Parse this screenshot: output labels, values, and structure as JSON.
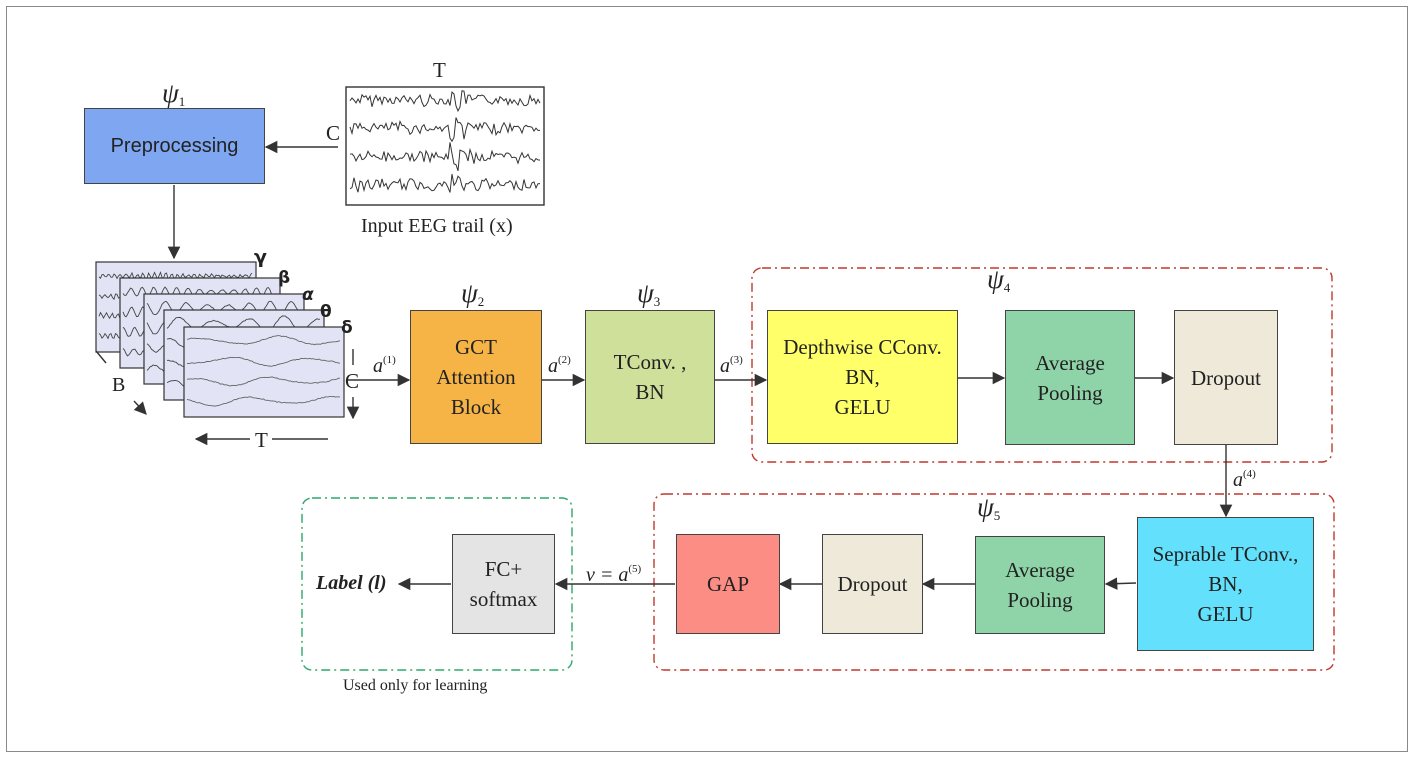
{
  "input": {
    "time_label": "T",
    "channel_label": "C",
    "caption": "Input EEG trail (x)"
  },
  "stages": {
    "psi1": {
      "symbol": "ψ",
      "index": "1"
    },
    "psi2": {
      "symbol": "ψ",
      "index": "2"
    },
    "psi3": {
      "symbol": "ψ",
      "index": "3"
    },
    "psi4": {
      "symbol": "ψ",
      "index": "4"
    },
    "psi5": {
      "symbol": "ψ",
      "index": "5"
    }
  },
  "blocks": {
    "preprocessing": "Preprocessing",
    "gct": [
      "GCT",
      "Attention",
      "Block"
    ],
    "tconv": [
      "TConv. ,",
      "BN"
    ],
    "depthwise": [
      "Depthwise CConv.",
      "BN,",
      "GELU"
    ],
    "avgpool1": [
      "Average",
      "Pooling"
    ],
    "dropout1": "Dropout",
    "separable": [
      "Seprable TConv.,",
      "BN,",
      "GELU"
    ],
    "avgpool2": [
      "Average",
      "Pooling"
    ],
    "dropout2": "Dropout",
    "gap": "GAP",
    "fc": [
      "FC+",
      "softmax"
    ]
  },
  "bands": {
    "labels": [
      "γ",
      "β",
      "α",
      "θ",
      "δ"
    ],
    "b_label": "B",
    "c_label": "C",
    "t_label": "T"
  },
  "activations": {
    "a1": {
      "base": "a",
      "sup": "(1)"
    },
    "a2": {
      "base": "a",
      "sup": "(2)"
    },
    "a3": {
      "base": "a",
      "sup": "(3)"
    },
    "a4": {
      "base": "a",
      "sup": "(4)"
    },
    "a5": {
      "prefix": "v = a",
      "sup": "(5)"
    }
  },
  "output": {
    "label": "Label (l)",
    "note": "Used only for learning"
  },
  "colors": {
    "preprocessing": "#7fa6f0",
    "gct": "#f7b446",
    "tconv": "#cfe09a",
    "depthwise": "#ffff6a",
    "avgpool": "#8fd4a8",
    "dropout": "#efe9da",
    "separable": "#63e0fb",
    "gap": "#fc8d85",
    "fc": "#e4e4e4",
    "band_fill": "#e3e3f6",
    "red_dash": "#c0392b",
    "green_dash": "#2ca86a"
  }
}
